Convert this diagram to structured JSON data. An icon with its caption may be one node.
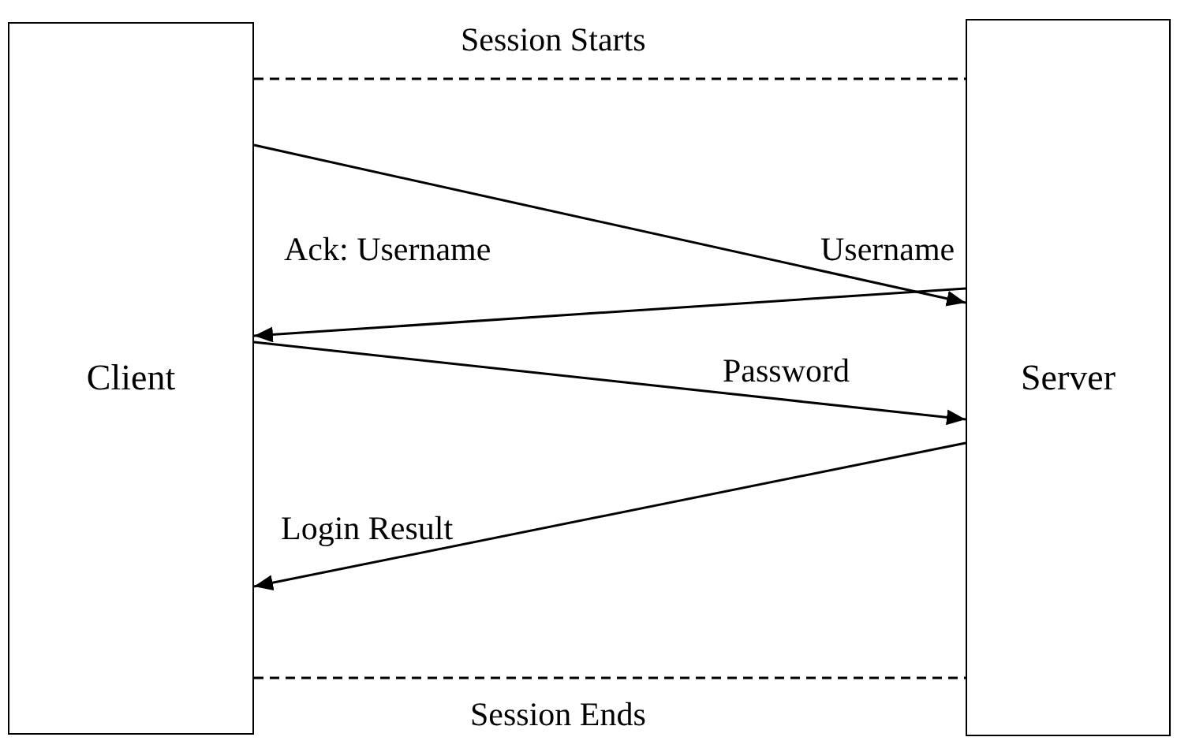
{
  "diagram": {
    "nodes": [
      {
        "text": [
          "Client"
        ]
      },
      {
        "text": [
          "Server"
        ]
      }
    ],
    "edges": [
      {
        "from": 0,
        "to": 1,
        "arrow": "none",
        "label": "Session Starts",
        "style": "dashed"
      },
      {
        "from": 0,
        "to": 1,
        "arrow": "to",
        "label": "Username"
      },
      {
        "from": 1,
        "to": 0,
        "arrow": "to",
        "label": "Ack: Username"
      },
      {
        "from": 0,
        "to": 1,
        "arrow": "to",
        "label": "Password"
      },
      {
        "from": 1,
        "to": 0,
        "arrow": "to",
        "label": "Login Result"
      },
      {
        "from": 0,
        "to": 1,
        "arrow": "none",
        "label": "Session Ends",
        "style": "dashed"
      }
    ]
  }
}
